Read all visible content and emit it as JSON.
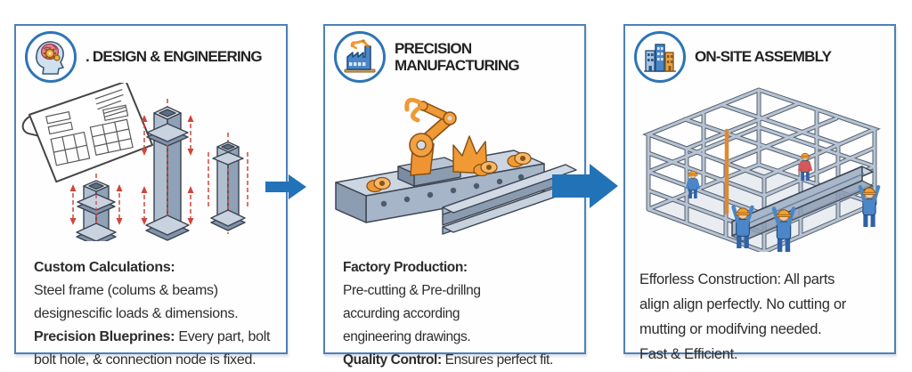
{
  "canvas": {
    "background": "#ffffff",
    "panel_border_color": "#4d81b9",
    "arrow_color": "#2272b8",
    "heading_color": "#232323",
    "body_text_color": "#2d2d2d",
    "dimension_red": "#d0453c",
    "steel_light": "#c9d3e0",
    "steel_mid": "#b0bfcf",
    "steel_dark": "#8fa1b6",
    "accent_orange": "#ef9a35",
    "worker_blue": "#4a86c8"
  },
  "arrows": [
    {
      "name": "process-arrow-1"
    },
    {
      "name": "process-arrow-2"
    }
  ],
  "panels": [
    {
      "title": ". DESIGN & ENGINEERING",
      "icon": "brain-gears-icon",
      "illustration": "blueprint-and-steel-columns",
      "text_segments": [
        {
          "text": "Custom Calculations:",
          "bold": true
        },
        {
          "text": "\nSteel frame (colums & beams)\ndesignescific loads & dimensions.\n",
          "bold": false
        },
        {
          "text": "Precision Blueprines:",
          "bold": true
        },
        {
          "text": " Every part, bolt\nbolt hole, & connection node is fixed.",
          "bold": false
        }
      ]
    },
    {
      "title": "PRECISION MANUFACTURING",
      "icon": "factory-robot-arm-icon",
      "illustration": "robotic-arm-with-steel-beams",
      "text_segments": [
        {
          "text": "Factory Production:",
          "bold": true
        },
        {
          "text": "\nPre-cutting & Pre-drillng\naccurding according\nengineering drawings.\n",
          "bold": false
        },
        {
          "text": "Quality Control:",
          "bold": true
        },
        {
          "text": " Ensures perfect fit.",
          "bold": false
        }
      ]
    },
    {
      "title": "ON-SITE ASSEMBLY",
      "icon": "city-buildings-icon",
      "illustration": "steel-frame-building-with-workers",
      "text_segments": [
        {
          "text": "Efforless Construction: All parts\nalign align perfectly. No cutting or\nmutting or modifving needed.\nFast & Efficient.",
          "bold": false
        }
      ]
    }
  ]
}
